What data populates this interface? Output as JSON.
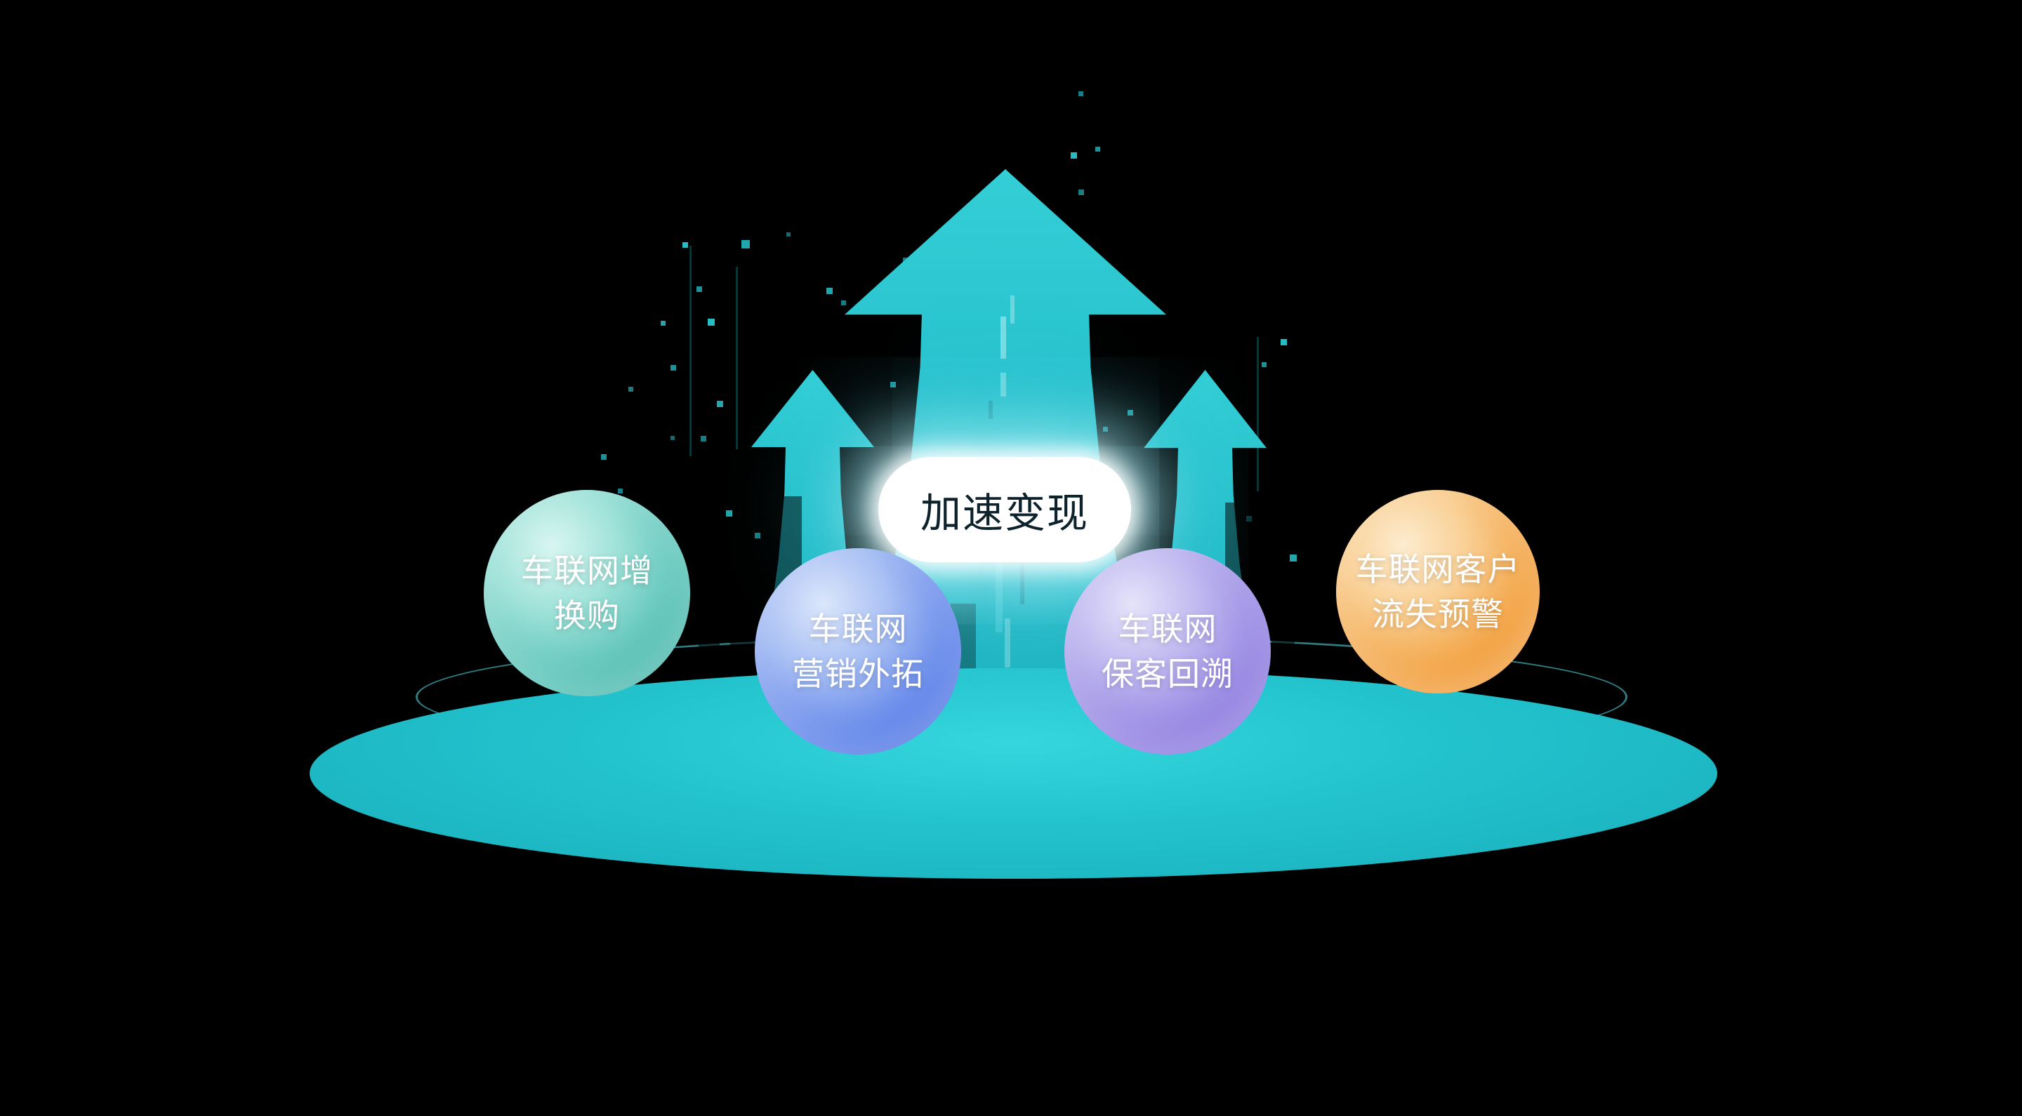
{
  "scene": {
    "background": "#000000",
    "arrow_color": "#29c6cf",
    "platform_color": "#22c2cd",
    "ring_color": "#56e4ec",
    "particle_color": "#2ad0da"
  },
  "badge": {
    "label": "加速变现",
    "text_color": "#0d222b",
    "fill_color": "#ffffff",
    "glow_color": "#aef3f7"
  },
  "spheres": [
    {
      "line1": "车联网增",
      "line2": "换购",
      "color_light": "#d9f6f1",
      "color_dark": "#2ea294",
      "text_color": "#ffffff"
    },
    {
      "line1": "车联网",
      "line2": "营销外拓",
      "color_light": "#dbe6fb",
      "color_dark": "#3a5fd8",
      "text_color": "#ffffff"
    },
    {
      "line1": "车联网",
      "line2": "保客回溯",
      "color_light": "#e6e3fa",
      "color_dark": "#7a68d4",
      "text_color": "#ffffff"
    },
    {
      "line1": "车联网客户",
      "line2": "流失预警",
      "color_light": "#fdeccf",
      "color_dark": "#ec8414",
      "text_color": "#ffffff"
    }
  ]
}
